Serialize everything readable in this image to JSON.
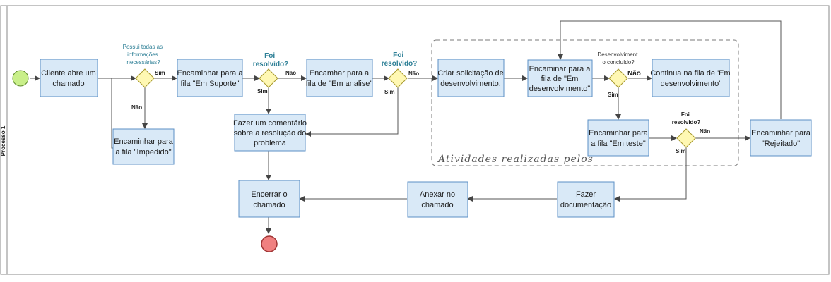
{
  "pool": {
    "label": "Processo 1"
  },
  "group": {
    "label": "Atividades realizadas pelos"
  },
  "tasks": {
    "abre_chamado": [
      "Cliente abre um",
      "chamado"
    ],
    "impedido": [
      "Encaminhar para",
      "a fila \"Impedido\""
    ],
    "em_suporte": [
      "Encaminhar para a",
      "fila \"Em Suporte\""
    ],
    "comentario": [
      "Fazer um comentário",
      "sobre a resolução do",
      "problema"
    ],
    "em_analise": [
      "Encamhar para a",
      "fila de \"Em analise\""
    ],
    "criar_solicitacao": [
      "Criar solicitação de",
      "desenvolvimento."
    ],
    "em_desenvolvimento": [
      "Encaminar para a",
      "fila de \"Em",
      "desenvolvimento\""
    ],
    "continua": [
      "Continua na fila de 'Em",
      "desenvolvimento'"
    ],
    "em_teste": [
      "Encaminhar para",
      "a fila \"Em teste\""
    ],
    "rejeitado": [
      "Encaminhar para",
      "\"Rejeitado\""
    ],
    "encerrar": [
      "Encerrar o",
      "chamado"
    ],
    "anexar": [
      "Anexar no",
      "chamado"
    ],
    "documentacao": [
      "Fazer",
      "documentação"
    ]
  },
  "gateways": {
    "g1_question": [
      "Possui todas as",
      "informações",
      "necessárias?"
    ],
    "g2_question": [
      "Foi",
      "resolvido?"
    ],
    "g3_question": [
      "Foi",
      "resolvido?"
    ],
    "g4_question": [
      "Desenvolviment",
      "o  concluído?"
    ],
    "g5_question": [
      "Foi",
      "resolvido?"
    ]
  },
  "flow_labels": {
    "sim": "Sim",
    "nao": "Não"
  },
  "colors": {
    "task_fill": "#d9e9f7",
    "task_stroke": "#5b8fc6",
    "gateway_fill": "#fff8b3",
    "start_event": "#c9ef8a",
    "end_event": "#f08080",
    "question_text": "#2d7f96"
  }
}
